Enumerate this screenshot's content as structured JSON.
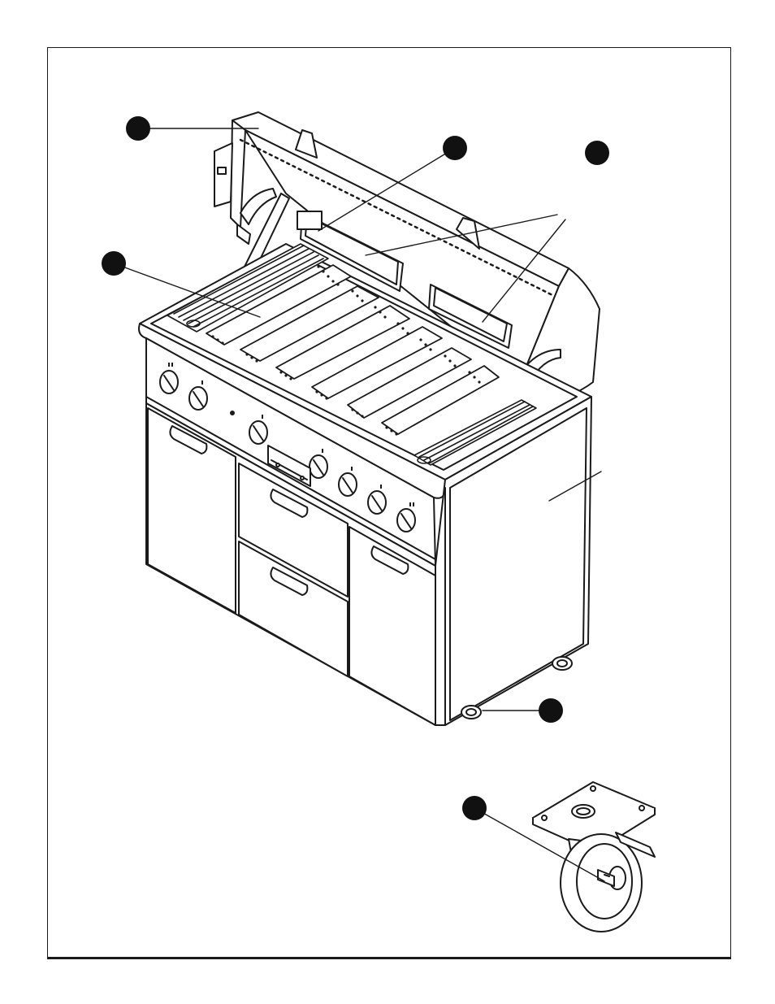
{
  "figure": {
    "kind": "grill-cart-parts-diagram",
    "line_color": "#1a1a1a",
    "fill_color": "#ffffff",
    "callout_marker_color": "#111111",
    "callouts": [
      {
        "target": "hood"
      },
      {
        "target": "hood-window"
      },
      {
        "target": "hood-lights"
      },
      {
        "target": "cooking-grates"
      },
      {
        "target": "side-panel"
      },
      {
        "target": "caster-wheel"
      },
      {
        "target": "caster-brake-lock"
      }
    ]
  }
}
